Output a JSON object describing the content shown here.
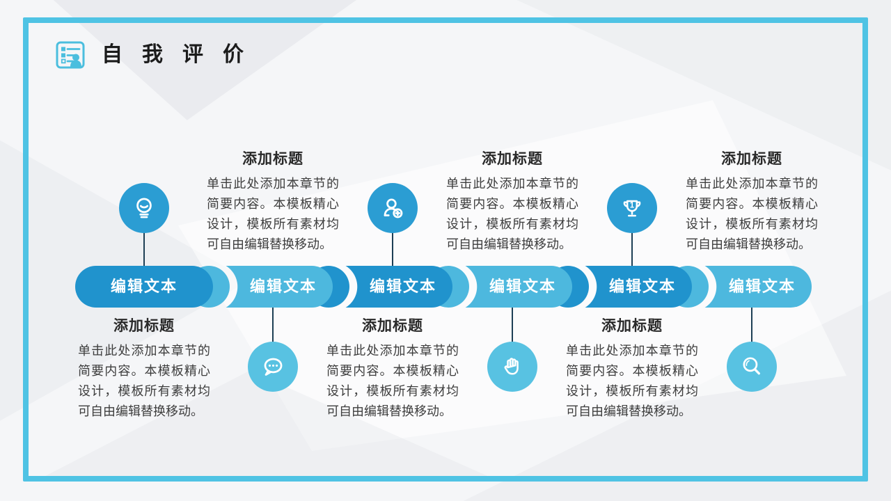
{
  "title": {
    "text": "自我评价",
    "icon": "checklist-person-icon"
  },
  "colors": {
    "page_bg": "#f5f6f8",
    "frame_border": "#4fc3e4",
    "accent_dark": "#2093cd",
    "accent_light": "#4db8de",
    "circle_top": "#2b9dd3",
    "circle_bottom": "#58c2e2",
    "connector": "#1d3f55",
    "heading_text": "#2a2a2a",
    "body_text": "#3d3d3d",
    "pill_text": "#ffffff"
  },
  "pills": [
    {
      "label": "编辑文本",
      "tone": "dark"
    },
    {
      "label": "编辑文本",
      "tone": "light"
    },
    {
      "label": "编辑文本",
      "tone": "dark"
    },
    {
      "label": "编辑文本",
      "tone": "light"
    },
    {
      "label": "编辑文本",
      "tone": "dark"
    },
    {
      "label": "编辑文本",
      "tone": "light"
    }
  ],
  "columns": [
    {
      "icon": "lightbulb-icon",
      "icon_position": "top",
      "text_position": "bottom",
      "heading": "添加标题",
      "body": "单击此处添加本章节的简要内容。本模板精心设计，模板所有素材均可自由编辑替换移动。"
    },
    {
      "icon": "chat-bubble-icon",
      "icon_position": "bottom",
      "text_position": "top",
      "heading": "添加标题",
      "body": "单击此处添加本章节的简要内容。本模板精心设计，模板所有素材均可自由编辑替换移动。"
    },
    {
      "icon": "user-add-icon",
      "icon_position": "top",
      "text_position": "bottom",
      "heading": "添加标题",
      "body": "单击此处添加本章节的简要内容。本模板精心设计，模板所有素材均可自由编辑替换移动。"
    },
    {
      "icon": "hand-icon",
      "icon_position": "bottom",
      "text_position": "top",
      "heading": "添加标题",
      "body": "单击此处添加本章节的简要内容。本模板精心设计，模板所有素材均可自由编辑替换移动。"
    },
    {
      "icon": "trophy-icon",
      "icon_position": "top",
      "text_position": "bottom",
      "heading": "添加标题",
      "body": "单击此处添加本章节的简要内容。本模板精心设计，模板所有素材均可自由编辑替换移动。"
    },
    {
      "icon": "magnifier-icon",
      "icon_position": "bottom",
      "text_position": "top",
      "heading": "添加标题",
      "body": "单击此处添加本章节的简要内容。本模板精心设计，模板所有素材均可自由编辑替换移动。"
    }
  ]
}
